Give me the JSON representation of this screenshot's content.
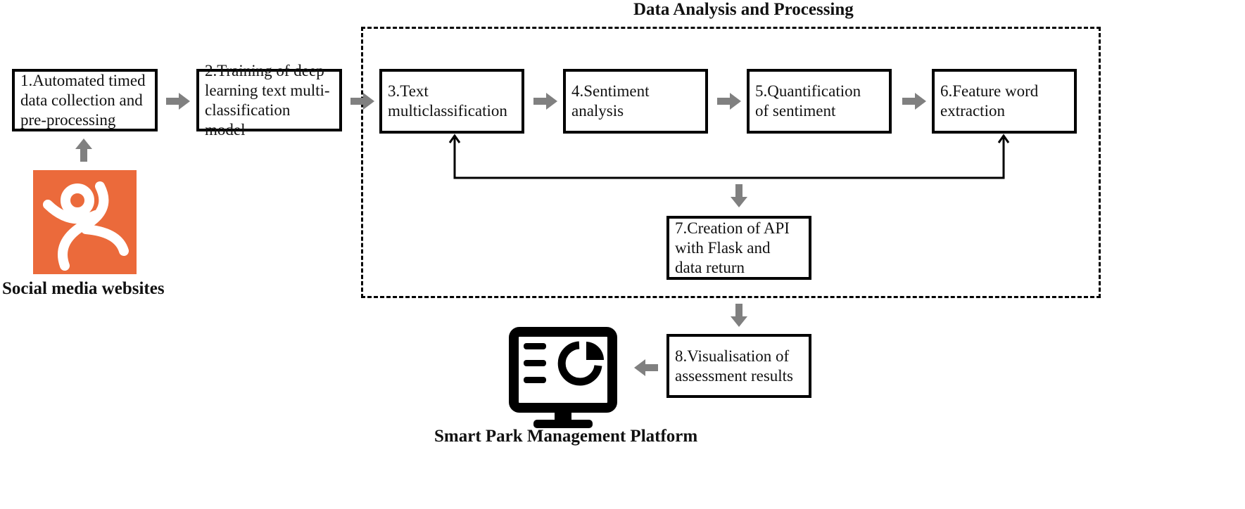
{
  "colors": {
    "arrow": "#808080",
    "logo_background": "#EB6A3B",
    "border": "#000000"
  },
  "group": {
    "title": "Data Analysis and Processing"
  },
  "steps": [
    {
      "label": "1.Automated timed\ndata collection and\npre-processing"
    },
    {
      "label": "2.Training of deep\nlearning text multi-\nclassification model"
    },
    {
      "label": "3.Text\nmulticlassification"
    },
    {
      "label": "4.Sentiment analysis"
    },
    {
      "label": "5.Quantification\nof sentiment"
    },
    {
      "label": "6.Feature word\nextraction"
    },
    {
      "label": "7.Creation of API\nwith Flask and\ndata return"
    },
    {
      "label": "8.Visualisation of\nassessment results"
    }
  ],
  "source": {
    "caption": "Social media websites",
    "icon": "dianping-logo-icon"
  },
  "platform": {
    "caption": "Smart Park Management Platform",
    "icon": "dashboard-monitor-icon"
  }
}
